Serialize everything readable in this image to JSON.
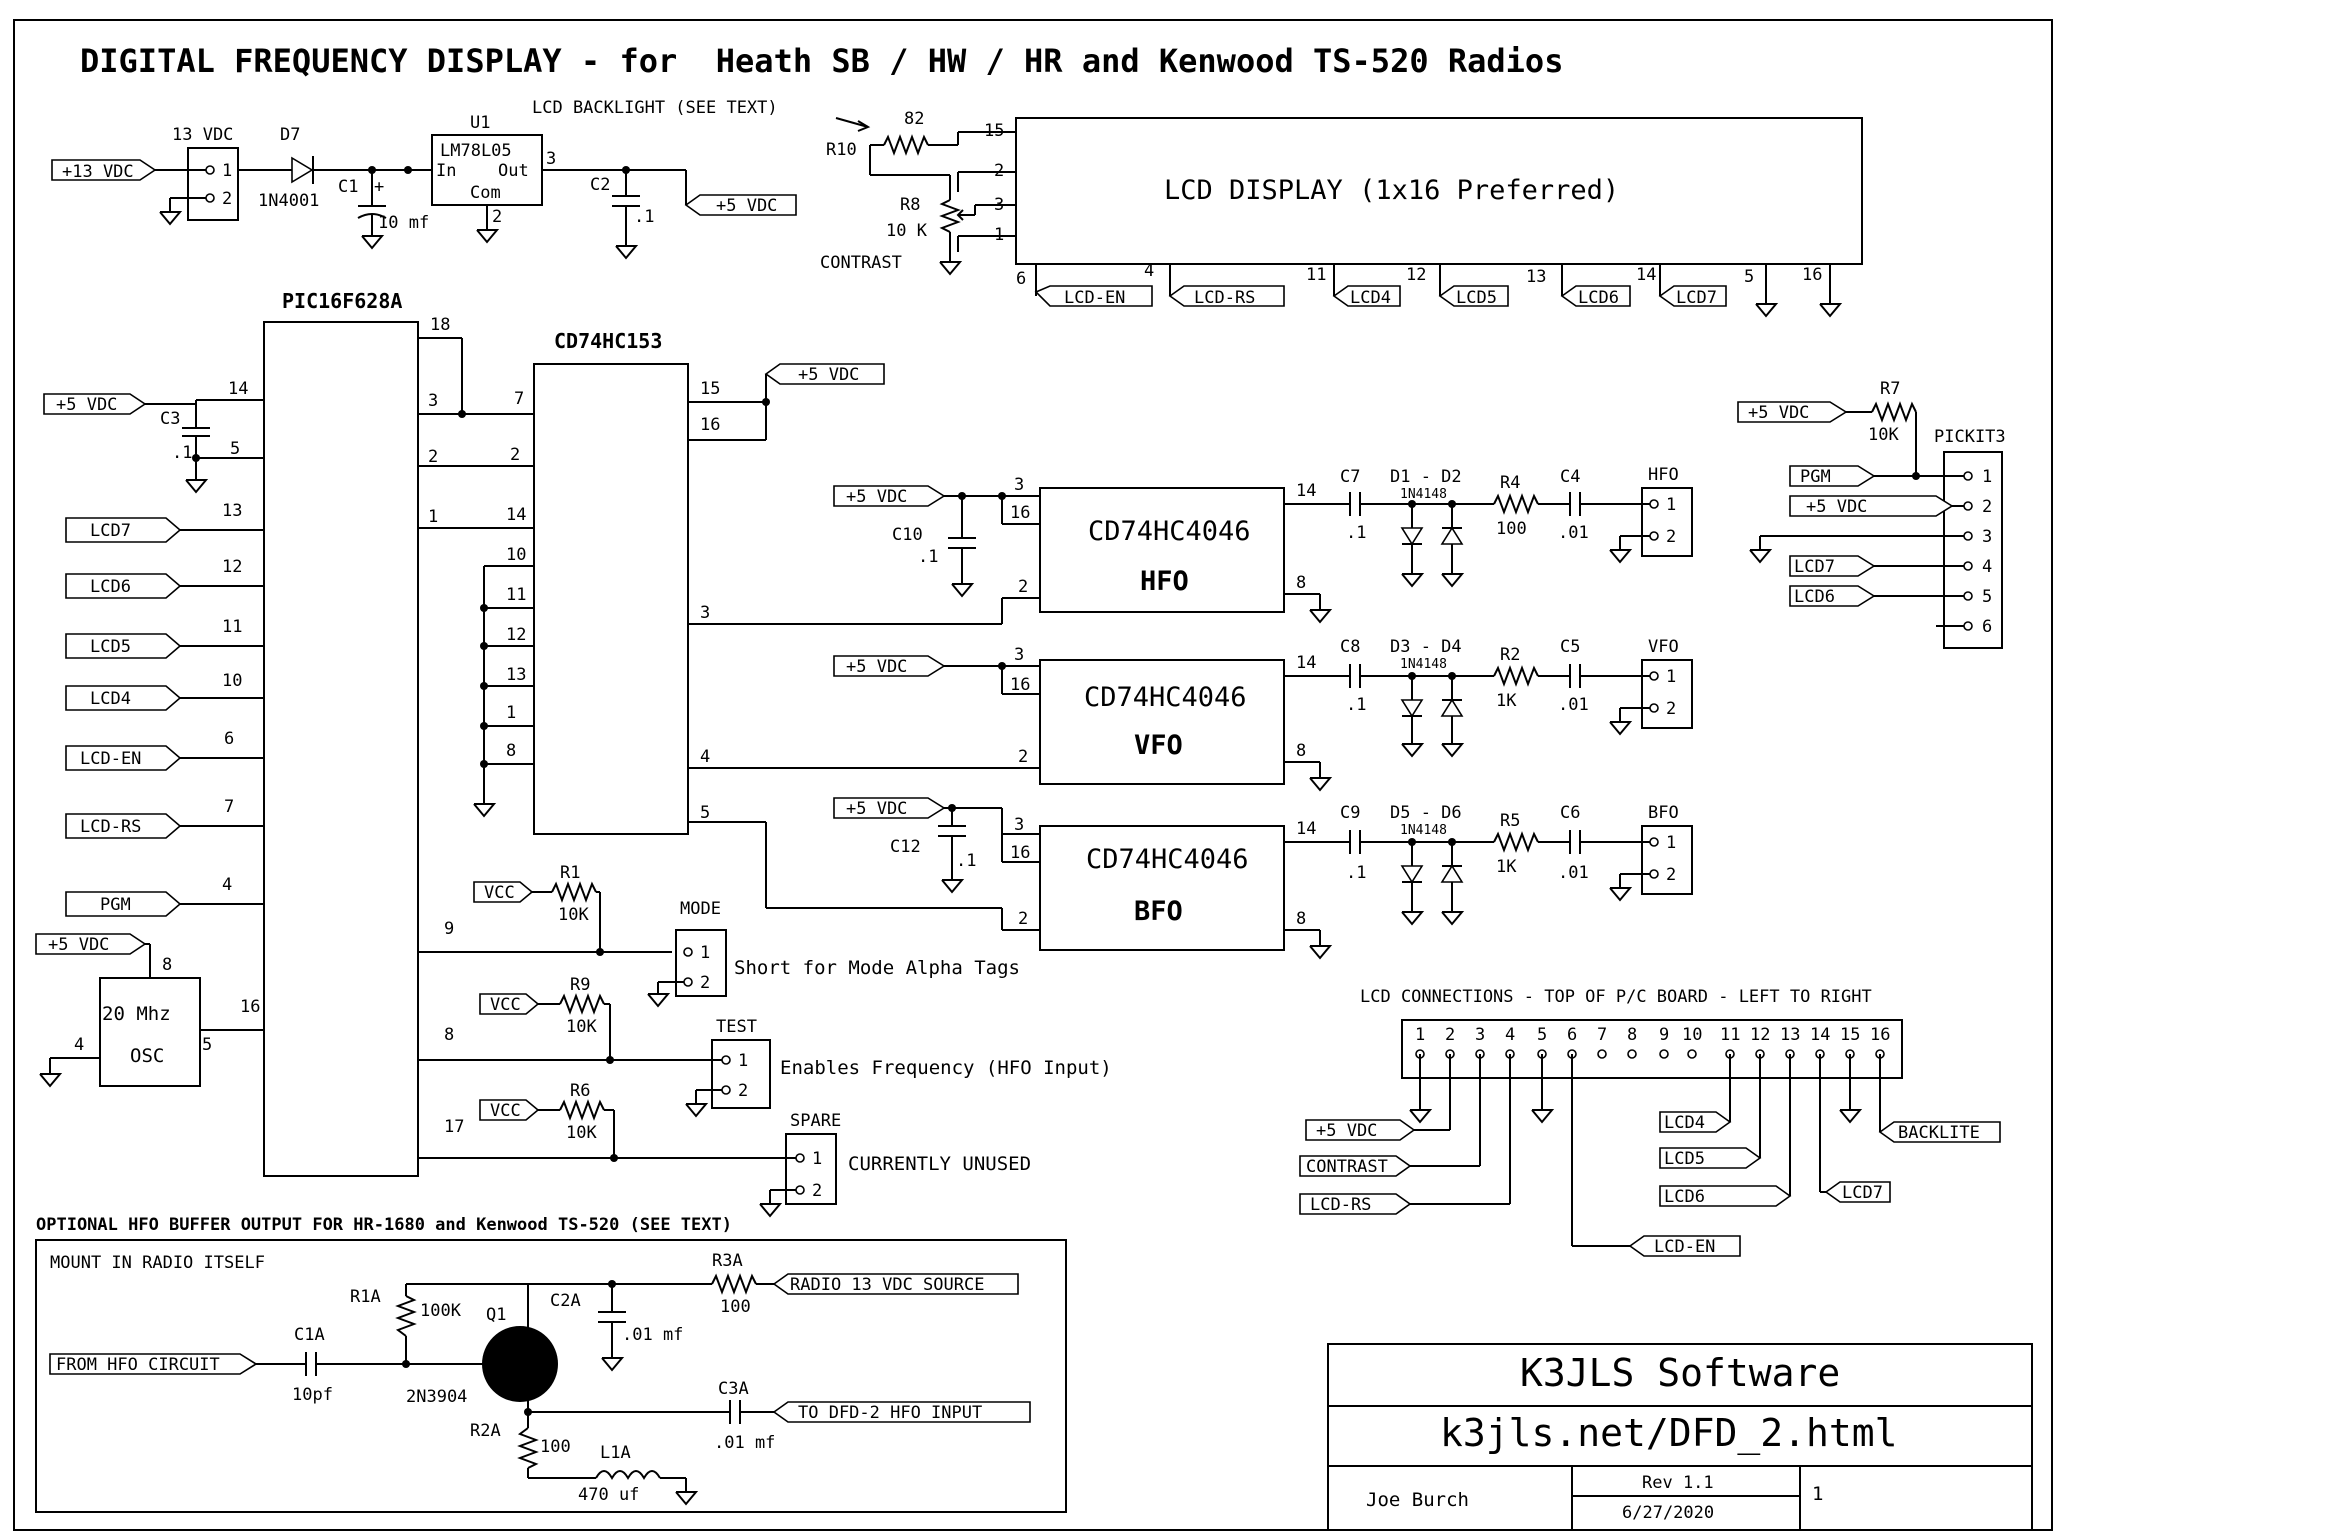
{
  "title": "DIGITAL FREQUENCY DISPLAY - for  Heath SB / HW / HR and Kenwood TS-520 Radios",
  "power": {
    "input_tag": "+13 VDC",
    "conn_label": "13 VDC",
    "d7": "D7",
    "d7_part": "1N4001",
    "c1": "C1",
    "c1_val": "10 mf",
    "c1_plus": "+",
    "u1": "U1",
    "u1_part": "LM78L05",
    "u1_in": "In",
    "u1_out": "Out",
    "u1_com": "Com",
    "u1_pin3": "3",
    "u1_pin2": "2",
    "c2": "C2",
    "c2_val": ".1",
    "out_tag": "+5 VDC"
  },
  "lcd_top": {
    "backlight_note": "LCD BACKLIGHT (SEE TEXT)",
    "r10": "R10",
    "r10_val": "82",
    "r8": "R8",
    "r8_val": "10 K",
    "contrast": "CONTRAST",
    "display_label": "LCD DISPLAY (1x16 Preferred)",
    "pins_left": [
      "15",
      "2",
      "3",
      "1"
    ],
    "bottom_pins": [
      "6",
      "4",
      "11",
      "12",
      "13",
      "14",
      "5",
      "16"
    ],
    "bottom_tags": [
      "LCD-EN",
      "LCD-RS",
      "LCD4",
      "LCD5",
      "LCD6",
      "LCD7"
    ]
  },
  "pic": {
    "name": "PIC16F628A",
    "left_pins": [
      "14",
      "5",
      "13",
      "12",
      "11",
      "10",
      "6",
      "7",
      "4",
      "16"
    ],
    "right_pins": [
      "18",
      "3",
      "2",
      "1",
      "9",
      "8",
      "17"
    ],
    "left_tags": [
      "+5 VDC",
      "LCD7",
      "LCD6",
      "LCD5",
      "LCD4",
      "LCD-EN",
      "LCD-RS",
      "PGM"
    ],
    "c3": "C3",
    "c3_val": ".1"
  },
  "osc": {
    "tag": "+5 VDC",
    "label1": "20 Mhz",
    "label2": "OSC",
    "pin8": "8",
    "pin4": "4",
    "pin5": "5"
  },
  "mux": {
    "name": "CD74HC153",
    "left_pins": [
      "7",
      "2",
      "14",
      "10",
      "11",
      "12",
      "13",
      "1",
      "8"
    ],
    "right_pins": [
      "15",
      "16",
      "3",
      "4",
      "5"
    ],
    "vcc_tag": "+5 VDC"
  },
  "pll": [
    {
      "name": "CD74HC4046",
      "sub": "HFO",
      "tag": "+5 VDC",
      "pins": [
        "3",
        "16",
        "2",
        "14",
        "8"
      ],
      "cap_in": "C10",
      "cap_in_val": ".1",
      "c_a": "C7",
      "c_a_val": ".1",
      "diodes": "D1 - D2",
      "diode_part": "1N4148",
      "r": "R4",
      "r_val": "100",
      "c_b": "C4",
      "c_b_val": ".01",
      "conn": "HFO"
    },
    {
      "name": "CD74HC4046",
      "sub": "VFO",
      "tag": "+5 VDC",
      "pins": [
        "3",
        "16",
        "2",
        "14",
        "8"
      ],
      "cap_in": "",
      "cap_in_val": "",
      "c_a": "C8",
      "c_a_val": ".1",
      "diodes": "D3 - D4",
      "diode_part": "1N4148",
      "r": "R2",
      "r_val": "1K",
      "c_b": "C5",
      "c_b_val": ".01",
      "conn": "VFO"
    },
    {
      "name": "CD74HC4046",
      "sub": "BFO",
      "tag": "+5 VDC",
      "pins": [
        "3",
        "16",
        "2",
        "14",
        "8"
      ],
      "cap_in": "C12",
      "cap_in_val": ".1",
      "c_a": "C9",
      "c_a_val": ".1",
      "diodes": "D5 - D6",
      "diode_part": "1N4148",
      "r": "R5",
      "r_val": "1K",
      "c_b": "C6",
      "c_b_val": ".01",
      "conn": "BFO"
    }
  ],
  "pickit": {
    "name": "PICKIT3",
    "r7": "R7",
    "r7_val": "10K",
    "tags": [
      "+5 VDC",
      "PGM",
      "+5 VDC",
      "LCD7",
      "LCD6"
    ],
    "pins": [
      "1",
      "2",
      "3",
      "4",
      "5",
      "6"
    ]
  },
  "jumpers": [
    {
      "r": "R1",
      "r_val": "10K",
      "tag": "VCC",
      "conn": "MODE",
      "desc": "Short for Mode Alpha Tags"
    },
    {
      "r": "R9",
      "r_val": "10K",
      "tag": "VCC",
      "conn": "TEST",
      "desc": "Enables Frequency (HFO Input)"
    },
    {
      "r": "R6",
      "r_val": "10K",
      "tag": "VCC",
      "conn": "SPARE",
      "desc": "CURRENTLY UNUSED"
    }
  ],
  "lcd_conn": {
    "title": "LCD CONNECTIONS - TOP OF P/C BOARD - LEFT TO RIGHT",
    "pins": [
      "1",
      "2",
      "3",
      "4",
      "5",
      "6",
      "7",
      "8",
      "9",
      "10",
      "11",
      "12",
      "13",
      "14",
      "15",
      "16"
    ],
    "tags": [
      "+5 VDC",
      "CONTRAST",
      "LCD-RS",
      "LCD-EN",
      "LCD4",
      "LCD5",
      "LCD6",
      "LCD7",
      "BACKLITE"
    ]
  },
  "buffer": {
    "title": "OPTIONAL HFO BUFFER OUTPUT FOR HR-1680 and Kenwood TS-520 (SEE TEXT)",
    "mount": "MOUNT IN RADIO ITSELF",
    "from_tag": "FROM HFO CIRCUIT",
    "c1a": "C1A",
    "c1a_val": "10pf",
    "r1a": "R1A",
    "r1a_val": "100K",
    "q1": "Q1",
    "q1_part": "2N3904",
    "c2a": "C2A",
    "c2a_val": ".01 mf",
    "r3a": "R3A",
    "r3a_val": "100",
    "src_tag": "RADIO 13 VDC SOURCE",
    "c3a": "C3A",
    "c3a_val": ".01 mf",
    "to_tag": "TO DFD-2 HFO INPUT",
    "r2a": "R2A",
    "r2a_val": "100",
    "l1a": "L1A",
    "l1a_val": "470 uf"
  },
  "title_block": {
    "company": "K3JLS Software",
    "url": "k3jls.net/DFD_2.html",
    "author": "Joe Burch",
    "rev": "Rev 1.1",
    "date": "6/27/2020",
    "sheet": "1"
  }
}
